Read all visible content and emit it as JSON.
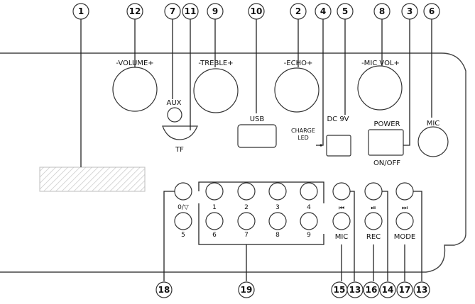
{
  "panel_labels": {
    "volume": "-VOLUME+",
    "aux": "AUX",
    "tf": "TF",
    "treble": "-TREBLE+",
    "usb": "USB",
    "echo": "-ECHO+",
    "charge_led": "CHARGE LED",
    "charge_line1": "CHARGE",
    "charge_line2": "LED",
    "dc": "DC 9V",
    "mic_vol": "-MIC VOL+",
    "power": "POWER",
    "on_off": "ON/OFF",
    "mic_input": "MIC"
  },
  "keypad": {
    "row1": [
      "0/▽",
      "1",
      "2",
      "3",
      "4"
    ],
    "row2": [
      "5",
      "6",
      "7",
      "8",
      "9"
    ]
  },
  "transport": {
    "prev_icon": "⏮",
    "play_icon": "⏯",
    "next_icon": "⏭",
    "mic_label": "MIC",
    "rec_label": "REC",
    "mode_label": "MODE"
  },
  "callouts": {
    "c1": "1",
    "c12": "12",
    "c7": "7",
    "c11": "11",
    "c9": "9",
    "c10": "10",
    "c2": "2",
    "c4": "4",
    "c5": "5",
    "c8": "8",
    "c3": "3",
    "c6": "6",
    "c18": "18",
    "c19": "19",
    "c15": "15",
    "c13a": "13",
    "c16": "16",
    "c14": "14",
    "c17": "17",
    "c13b": "13"
  }
}
